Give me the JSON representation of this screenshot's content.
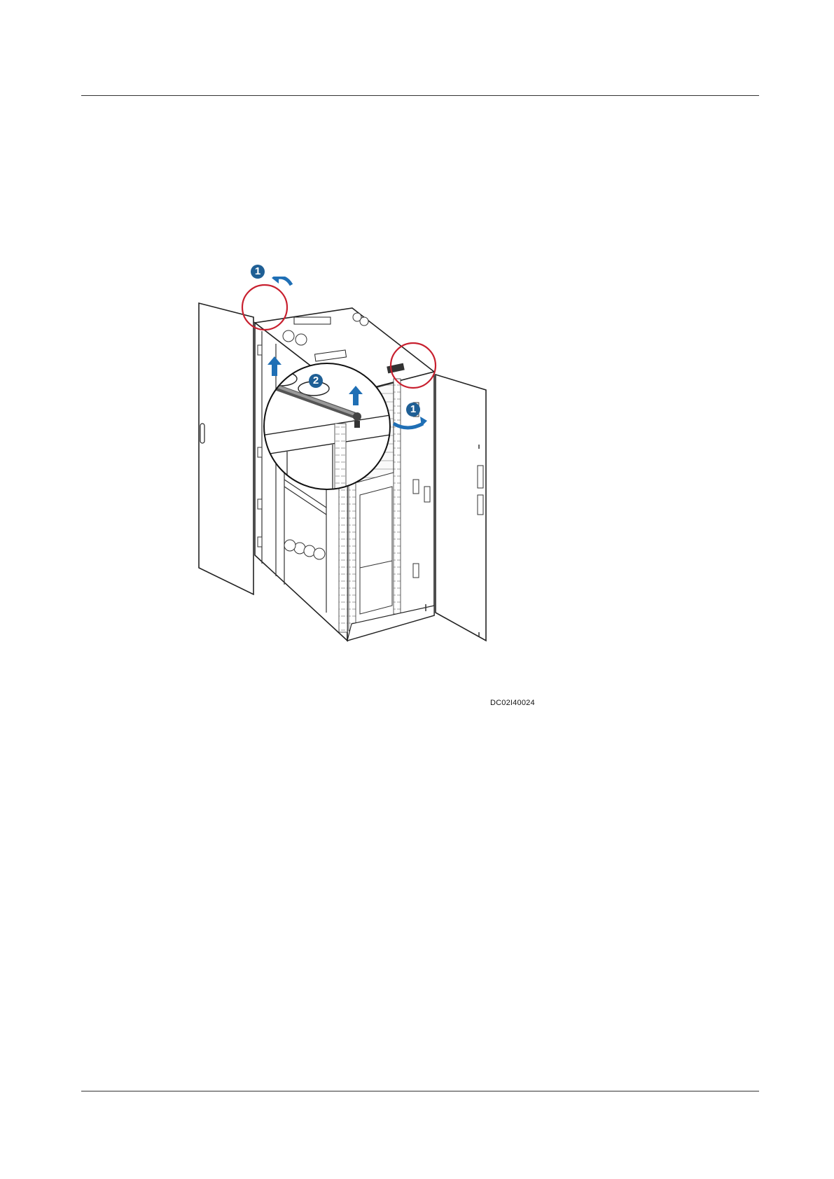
{
  "document": {
    "figure": {
      "code": "DC02I40024",
      "step_markers": [
        "1",
        "2",
        "1"
      ],
      "colors": {
        "callout_circle": "#c8202f",
        "step_badge": "#1f5f95",
        "arrow": "#1f6fb5",
        "line": "#222222"
      }
    }
  }
}
